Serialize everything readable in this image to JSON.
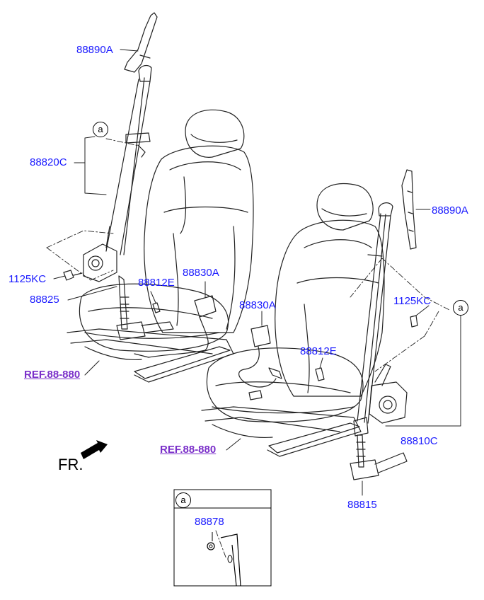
{
  "colors": {
    "label": "#1a1aff",
    "ref": "#7a2fc9",
    "line": "#000000"
  },
  "labels": {
    "p88890A_top": "88890A",
    "p88820C": "88820C",
    "p1125KC_left": "1125KC",
    "p88825": "88825",
    "p88812E_left": "88812E",
    "p88830A_left": "88830A",
    "p88830A_mid": "88830A",
    "p88812E_right": "88812E",
    "p88890A_right": "88890A",
    "p1125KC_right": "1125KC",
    "p88810C": "88810C",
    "p88815": "88815",
    "p88878": "88878"
  },
  "refs": {
    "ref_left": "REF.88-880",
    "ref_right": "REF.88-880"
  },
  "markers": {
    "circle_a_left": "a",
    "circle_a_right": "a",
    "circle_a_box": "a"
  },
  "direction": {
    "fr": "FR."
  }
}
